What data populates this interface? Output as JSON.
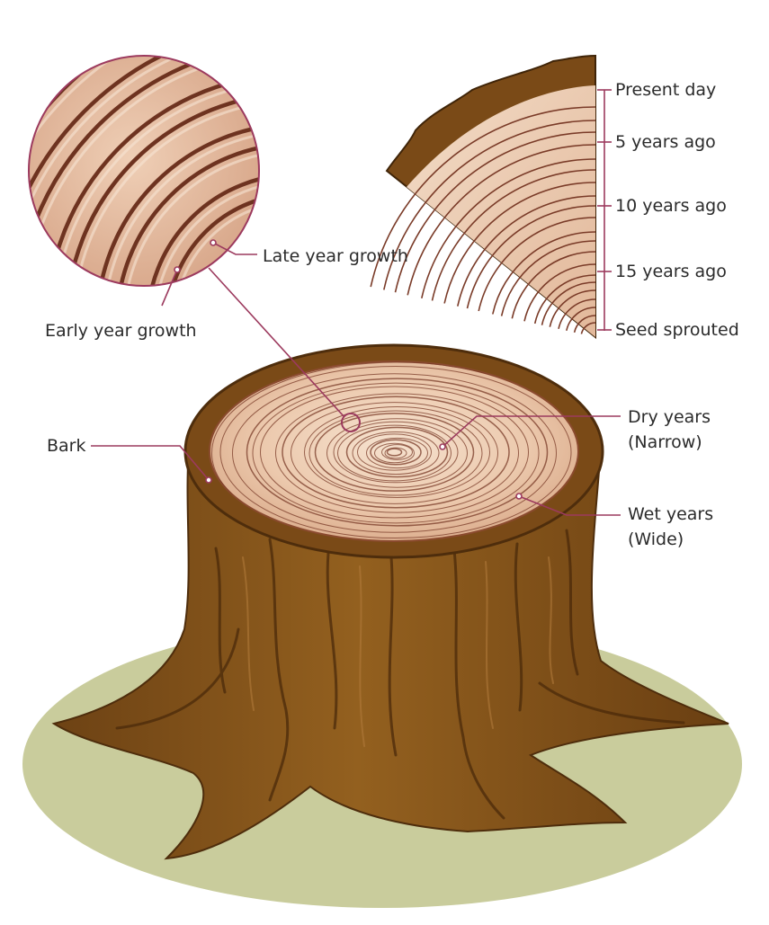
{
  "labels": {
    "late_growth": "Late year growth",
    "early_growth": "Early year growth",
    "bark": "Bark",
    "dry_years_line1": "Dry years",
    "dry_years_line2": "(Narrow)",
    "wet_years_line1": "Wet years",
    "wet_years_line2": "(Wide)"
  },
  "timeline": {
    "ticks": [
      "Present day",
      "5 years ago",
      "10 years ago",
      "15 years ago",
      "Seed sprouted"
    ]
  },
  "colors": {
    "callout_line": "#9c3a5e",
    "bark_dark": "#6a3f12",
    "bark_mid": "#8c5a1f",
    "wood_light": "#f1d8c3",
    "wood_mid": "#e3b99c",
    "ring_line": "#7a3b28",
    "ground": "#c9cc9c",
    "text": "#2b2b2b"
  }
}
